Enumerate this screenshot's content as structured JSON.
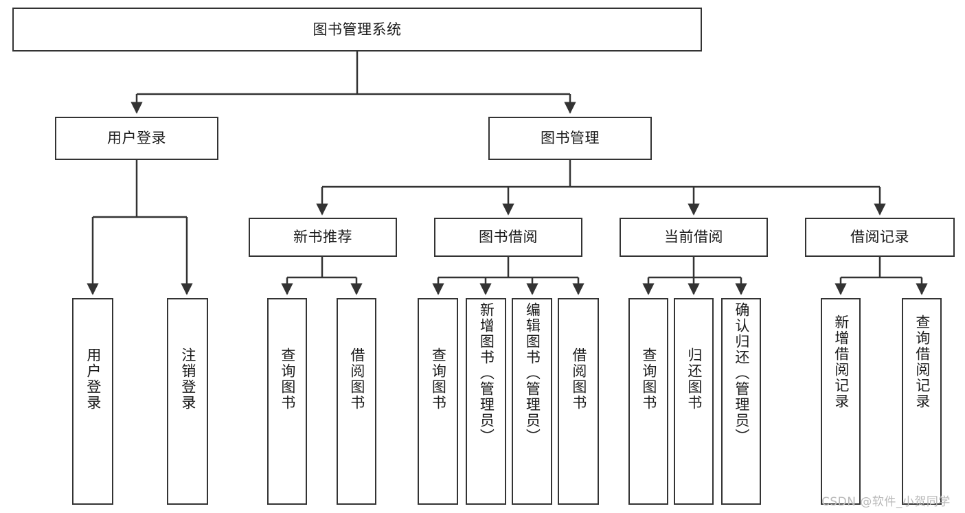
{
  "diagram": {
    "type": "tree-hierarchy",
    "title": "图书管理系统",
    "orientation": "top-down",
    "colors": {
      "node_border": "#333333",
      "node_fill": "#ffffff",
      "edge": "#333333",
      "text": "#1b1b1b",
      "watermark": "#b9b9b9",
      "background": "#ffffff"
    },
    "nodes": {
      "root": {
        "label": "图书管理系统"
      },
      "level2": [
        {
          "id": "user-login",
          "label": "用户登录"
        },
        {
          "id": "book-management",
          "label": "图书管理"
        }
      ],
      "level3": [
        {
          "id": "new-book-recommend",
          "label": "新书推荐"
        },
        {
          "id": "book-borrow",
          "label": "图书借阅"
        },
        {
          "id": "current-borrow",
          "label": "当前借阅"
        },
        {
          "id": "borrow-record",
          "label": "借阅记录"
        }
      ],
      "leaves": {
        "user_login": [
          {
            "id": "leaf-user-login",
            "label": "用户登录"
          },
          {
            "id": "leaf-logout-login",
            "label": "注销登录"
          }
        ],
        "new_book_recommend": [
          {
            "id": "leaf-query-book-1",
            "label": "查询图书"
          },
          {
            "id": "leaf-borrow-book-1",
            "label": "借阅图书"
          }
        ],
        "book_borrow": [
          {
            "id": "leaf-query-book-2",
            "label": "查询图书"
          },
          {
            "id": "leaf-add-book",
            "label": "新增图书（管理员）"
          },
          {
            "id": "leaf-edit-book",
            "label": "编辑图书（管理员）"
          },
          {
            "id": "leaf-borrow-book-2",
            "label": "借阅图书"
          }
        ],
        "current_borrow": [
          {
            "id": "leaf-query-book-3",
            "label": "查询图书"
          },
          {
            "id": "leaf-return-book",
            "label": "归还图书"
          },
          {
            "id": "leaf-confirm-return",
            "label": "确认归还（管理员）"
          }
        ],
        "borrow_record": [
          {
            "id": "leaf-add-record",
            "label": "新增借阅记录"
          },
          {
            "id": "leaf-query-record",
            "label": "查询借阅记录"
          }
        ]
      }
    },
    "watermark": "CSDN @软件_小贺同学"
  }
}
